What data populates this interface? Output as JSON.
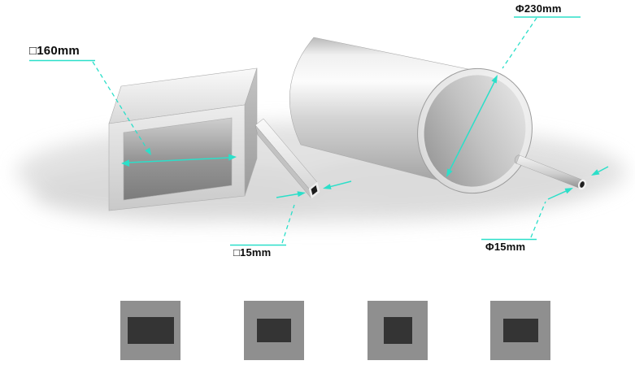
{
  "scene": {
    "accent_color": "#2BDFC9",
    "background_color": "#FFFFFF",
    "annotations": {
      "big_square_tube": {
        "label": "□160mm"
      },
      "small_square_tube": {
        "label": "□15mm"
      },
      "big_round_tube": {
        "label": "Φ230mm"
      },
      "small_round_tube": {
        "label": "Φ15mm"
      }
    }
  },
  "gallery": {
    "thumbnail_count": 4
  }
}
